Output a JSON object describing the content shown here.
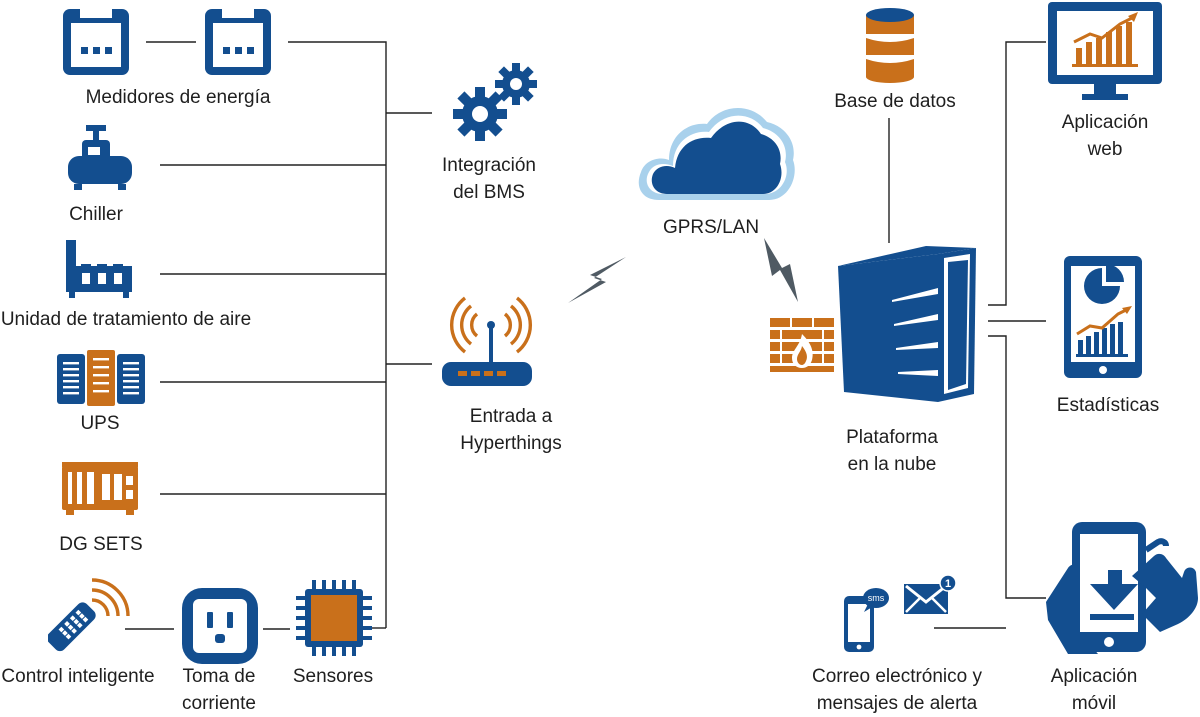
{
  "colors": {
    "blue": "#134e8f",
    "orange": "#c9701b",
    "cloud_light": "#a9d1ec",
    "line": "#222222",
    "bolt": "#4f5a63"
  },
  "left": {
    "energy_meters": "Medidores de energía",
    "chiller": "Chiller",
    "air_handling": "Unidad de tratamiento de aire",
    "ups": "UPS",
    "dg_sets": "DG SETS",
    "smart_control": "Control inteligente",
    "socket_line1": "Toma de",
    "socket_line2": "corriente",
    "sensors": "Sensores"
  },
  "middle": {
    "bms_line1": "Integración",
    "bms_line2": "del BMS",
    "gateway_line1": "Entrada a",
    "gateway_line2": "Hyperthings",
    "network": "GPRS/LAN"
  },
  "right": {
    "database": "Base de datos",
    "platform_line1": "Plataforma",
    "platform_line2": "en la nube",
    "web_line1": "Aplicación",
    "web_line2": "web",
    "stats": "Estadísticas",
    "alerts_line1": "Correo electrónico y",
    "alerts_line2": "mensajes de alerta",
    "mobile_line1": "Aplicación",
    "mobile_line2": "móvil",
    "sms_text": "sms",
    "mail_count": "1"
  },
  "icons": [
    "energy-meter-icon",
    "chiller-icon",
    "air-handling-unit-icon",
    "ups-icon",
    "generator-icon",
    "remote-control-icon",
    "power-socket-icon",
    "sensor-chip-icon",
    "gears-icon",
    "router-icon",
    "cloud-icon",
    "lightning-icon",
    "database-icon",
    "server-icon",
    "firewall-icon",
    "monitor-chart-icon",
    "tablet-stats-icon",
    "phone-sms-icon",
    "mail-icon",
    "mobile-app-icon"
  ]
}
